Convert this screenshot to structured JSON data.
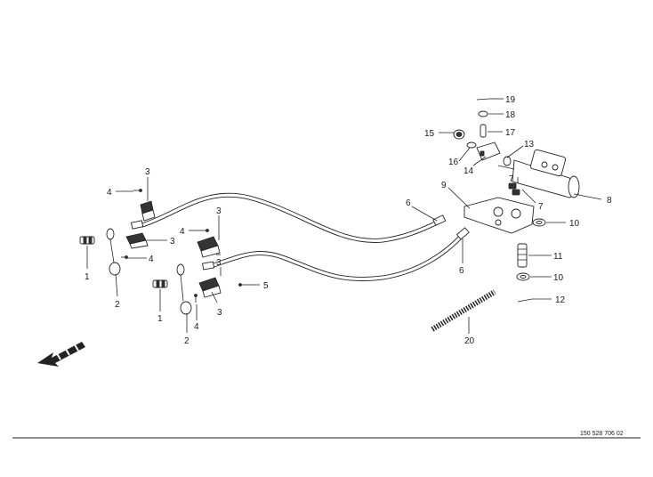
{
  "callouts": [
    {
      "id": "c1a",
      "text": "1"
    },
    {
      "id": "c1b",
      "text": "1"
    },
    {
      "id": "c2a",
      "text": "2"
    },
    {
      "id": "c2b",
      "text": "2"
    },
    {
      "id": "c3a",
      "text": "3"
    },
    {
      "id": "c3b",
      "text": "3"
    },
    {
      "id": "c3c",
      "text": "3"
    },
    {
      "id": "c3d",
      "text": "3"
    },
    {
      "id": "c3e",
      "text": "3"
    },
    {
      "id": "c4a",
      "text": "4"
    },
    {
      "id": "c4b",
      "text": "4"
    },
    {
      "id": "c4c",
      "text": "4"
    },
    {
      "id": "c4d",
      "text": "4"
    },
    {
      "id": "c5",
      "text": "5"
    },
    {
      "id": "c6a",
      "text": "6"
    },
    {
      "id": "c6b",
      "text": "6"
    },
    {
      "id": "c7a",
      "text": "7"
    },
    {
      "id": "c7b",
      "text": "7"
    },
    {
      "id": "c8",
      "text": "8"
    },
    {
      "id": "c9",
      "text": "9"
    },
    {
      "id": "c10a",
      "text": "10"
    },
    {
      "id": "c10b",
      "text": "10"
    },
    {
      "id": "c11",
      "text": "11"
    },
    {
      "id": "c12",
      "text": "12"
    },
    {
      "id": "c13",
      "text": "13"
    },
    {
      "id": "c14",
      "text": "14"
    },
    {
      "id": "c15",
      "text": "15"
    },
    {
      "id": "c16",
      "text": "16"
    },
    {
      "id": "c17",
      "text": "17"
    },
    {
      "id": "c18",
      "text": "18"
    },
    {
      "id": "c19",
      "text": "19"
    },
    {
      "id": "c20",
      "text": "20"
    }
  ],
  "reference_number": "150 528 706 02"
}
